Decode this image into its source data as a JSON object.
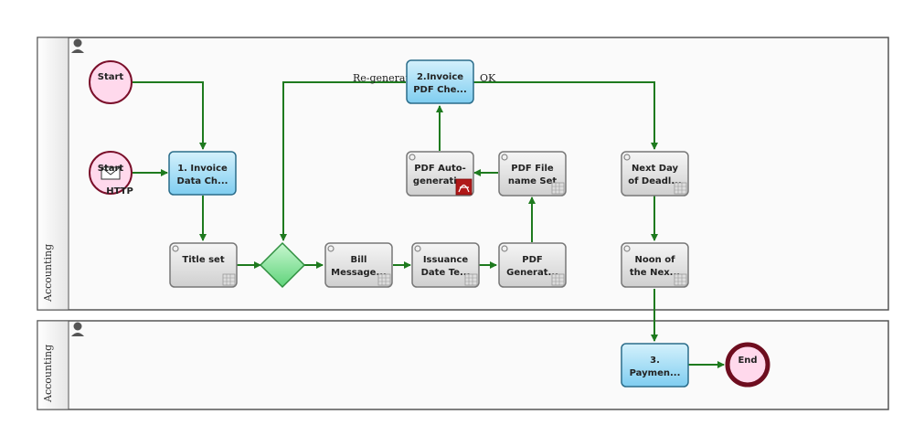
{
  "lanes": [
    {
      "id": "lane1",
      "label": "Accounting"
    },
    {
      "id": "lane2",
      "label": "Accounting"
    }
  ],
  "events": [
    {
      "id": "start1",
      "label": "Start",
      "kind": "start"
    },
    {
      "id": "start2",
      "label": "Start",
      "sublabel": "HTTP",
      "kind": "start-message"
    },
    {
      "id": "end",
      "label": "End",
      "kind": "end"
    }
  ],
  "tasks": [
    {
      "id": "t1",
      "lines": [
        "1. Invoice",
        "Data Ch..."
      ],
      "style": "human"
    },
    {
      "id": "t2",
      "lines": [
        "2.Invoice",
        "PDF Che..."
      ],
      "style": "human"
    },
    {
      "id": "t3",
      "lines": [
        "3.",
        "Paymen..."
      ],
      "style": "human"
    },
    {
      "id": "title",
      "lines": [
        "Title set"
      ],
      "style": "script"
    },
    {
      "id": "bill",
      "lines": [
        "Bill",
        "Message..."
      ],
      "style": "script"
    },
    {
      "id": "issue",
      "lines": [
        "Issuance",
        "Date Te..."
      ],
      "style": "script"
    },
    {
      "id": "pdfgen",
      "lines": [
        "PDF",
        "Generat..."
      ],
      "style": "script"
    },
    {
      "id": "pdffile",
      "lines": [
        "PDF File",
        "name Set"
      ],
      "style": "script"
    },
    {
      "id": "pdfauto",
      "lines": [
        "PDF Auto-",
        "generati..."
      ],
      "style": "pdf"
    },
    {
      "id": "nextday",
      "lines": [
        "Next Day",
        "of Deadl..."
      ],
      "style": "script"
    },
    {
      "id": "noon",
      "lines": [
        "Noon of",
        "the Nex..."
      ],
      "style": "script"
    }
  ],
  "flow_labels": {
    "regenerate": "Re-generate",
    "ok": "OK"
  },
  "colors": {
    "flow": "#1e7a1e",
    "human_task": "#9fdcf5",
    "script_task": "#e2e2e2",
    "start_event": "#ffd9ec",
    "end_event": "#ffd9ec",
    "gateway": "#7fe08f"
  }
}
